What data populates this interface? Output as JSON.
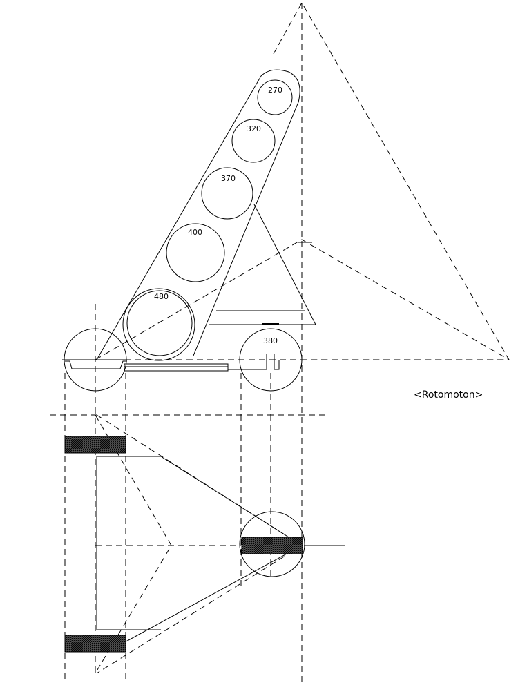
{
  "caption": "<Rotomoton>",
  "wheels": [
    {
      "label": "270"
    },
    {
      "label": "320"
    },
    {
      "label": "370"
    },
    {
      "label": "400"
    },
    {
      "label": "480"
    },
    {
      "label": "380"
    }
  ]
}
